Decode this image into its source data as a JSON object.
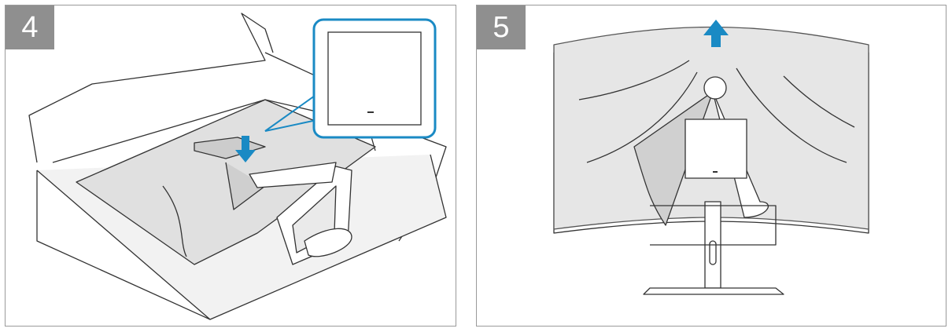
{
  "steps": [
    {
      "number": "4"
    },
    {
      "number": "5"
    }
  ],
  "colors": {
    "badge": "#8f8f8f",
    "callout": "#1a8ac4",
    "arrow": "#1a8ac4",
    "foil": "#d9d9d9",
    "line": "#333333"
  },
  "icons": {
    "step4_callout": "magnify-callout",
    "step4_arrow": "down-arrow-icon",
    "step5_arrow": "up-arrow-icon",
    "logo": "dell-logo"
  }
}
